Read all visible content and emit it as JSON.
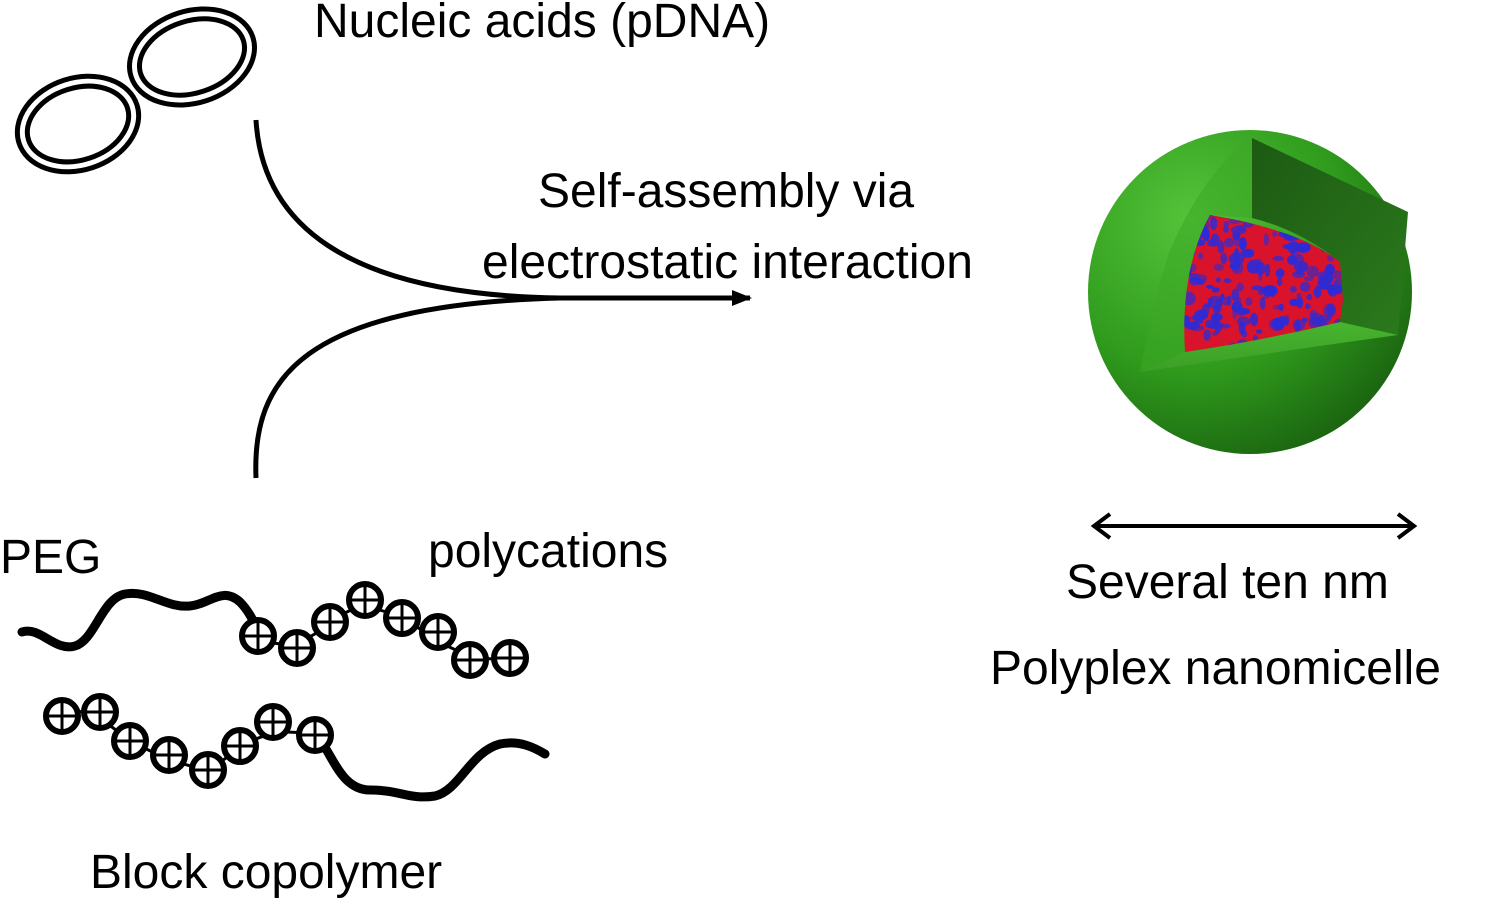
{
  "labels": {
    "nucleic_acids": "Nucleic acids (pDNA)",
    "self_assembly_line1": "Self-assembly via",
    "self_assembly_line2": "electrostatic interaction",
    "peg": "PEG",
    "polycations": "polycations",
    "block_copolymer": "Block copolymer",
    "size": "Several ten nm",
    "polyplex": "Polyplex nanomicelle"
  },
  "colors": {
    "ink": "#000000",
    "shell_green": "#2f9a1c",
    "shell_inner_dark": "#1f5c14",
    "core_red": "#e0102a",
    "core_blue": "#2a2ad8"
  },
  "icons": {
    "plus_marker": "circled-plus",
    "dna": "double-ring-plasmid"
  }
}
